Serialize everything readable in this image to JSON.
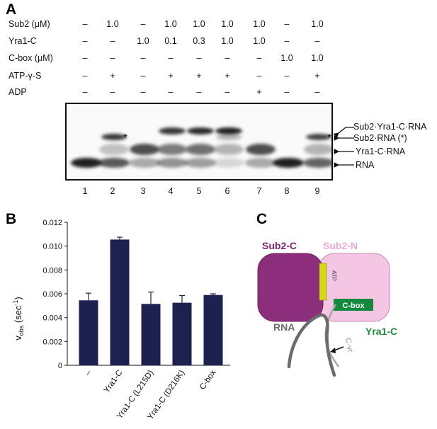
{
  "panel_a": {
    "letter": "A",
    "rows": [
      {
        "label": "Sub2 (μM)",
        "values": [
          "–",
          "1.0",
          "–",
          "1.0",
          "1.0",
          "1.0",
          "1.0",
          "–",
          "1.0"
        ]
      },
      {
        "label": "Yra1-C",
        "values": [
          "–",
          "–",
          "1.0",
          "0.1",
          "0.3",
          "1.0",
          "1.0",
          "–",
          "–"
        ]
      },
      {
        "label": "C-box (μM)",
        "values": [
          "–",
          "–",
          "–",
          "–",
          "–",
          "–",
          "–",
          "1.0",
          "1.0"
        ]
      },
      {
        "label": "ATP-γ-S",
        "values": [
          "–",
          "+",
          "–",
          "+",
          "+",
          "+",
          "–",
          "–",
          "+"
        ]
      },
      {
        "label": "ADP",
        "values": [
          "–",
          "–",
          "–",
          "–",
          "–",
          "–",
          "+",
          "–",
          "–"
        ]
      }
    ],
    "lanes": [
      "1",
      "2",
      "3",
      "4",
      "5",
      "6",
      "7",
      "8",
      "9"
    ],
    "star": "*",
    "band_labels": {
      "ternary": "Sub2·Yra1-C·RNA",
      "sub2": "Sub2·RNA (*)",
      "yra1": "Yra1-C·RNA",
      "rna": "RNA"
    }
  },
  "panel_b": {
    "letter": "B",
    "chart_data": {
      "type": "bar",
      "categories": [
        "–",
        "Yra1-C",
        "Yra1-C (L215D)",
        "Yra1-C (D216K)",
        "C-box"
      ],
      "values": [
        0.00545,
        0.01055,
        0.00515,
        0.00525,
        0.0059
      ],
      "errors": [
        0.0006,
        0.0002,
        0.001,
        0.0006,
        0.0001
      ],
      "ylabel": "v_obs (sec^-1)",
      "ylabel_main": "v",
      "ylabel_sub": "obs",
      "ylabel_tail": " (sec",
      "ylabel_sup": "-1",
      "ylabel_close": ")",
      "ylim": [
        0,
        0.012
      ],
      "yticks": [
        "0",
        "0.002",
        "0.004",
        "0.006",
        "0.008",
        "0.010",
        "0.012"
      ],
      "bar_color": "#1c2150"
    }
  },
  "panel_c": {
    "letter": "C",
    "sub2c": "Sub2-C",
    "sub2n": "Sub2-N",
    "atp": "ATP",
    "cbox": "C-box",
    "rna": "RNA",
    "yra1c": "Yra1-C",
    "cvr": "C-vr",
    "colors": {
      "sub2c": "#8b2f7b",
      "sub2n": "#f4c6e3",
      "atp": "#d6d61e",
      "cbox": "#128a3e",
      "rna": "#6b6b6b",
      "yra1c_text": "#1f8a3a"
    }
  }
}
